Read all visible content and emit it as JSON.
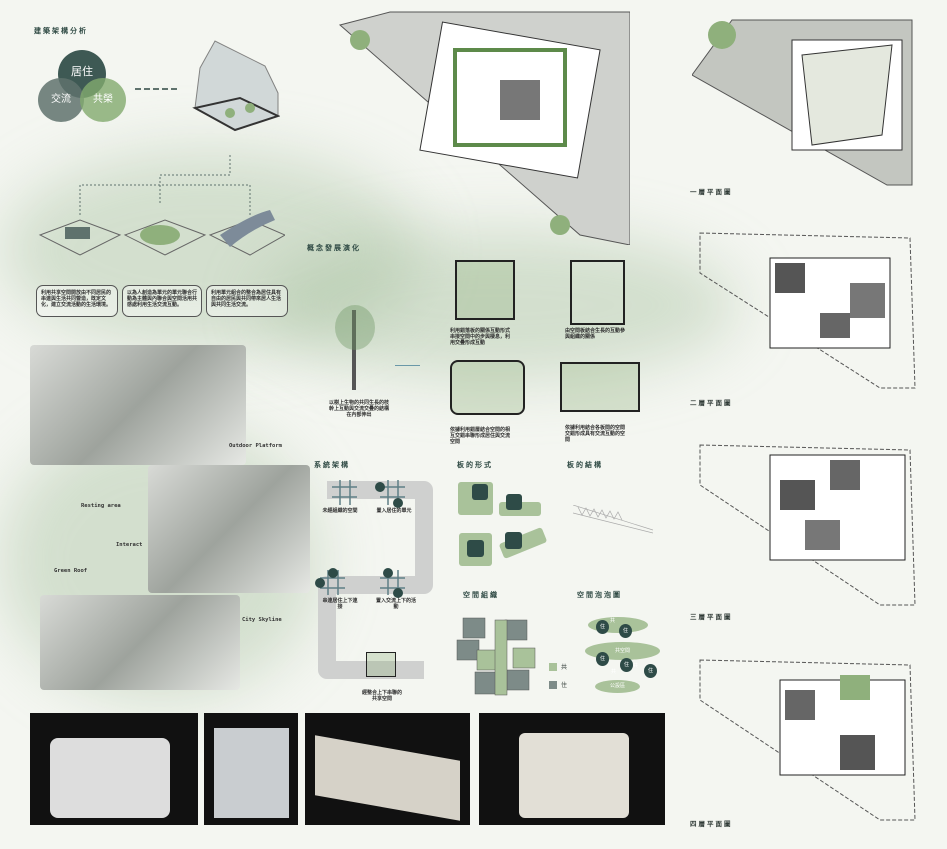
{
  "section1": {
    "title": "建築架構分析",
    "venn": [
      "居住",
      "交流",
      "共榮"
    ],
    "descriptions": [
      "利用共享空間開放由不同居民的串連與生活共同營造，既定文化，建立交流活動的生活環境。",
      "以為人創造為單元的單元聯合行動為主體與內聯合與空間活用共感處利用生活交流互動。",
      "利用單元組合的整合為居住具有自由的居民與共同帶來居人生活與共同生活交流。"
    ]
  },
  "renders": {
    "labels": [
      "Outdoor Platform",
      "Resting area",
      "Interact",
      "Green Roof",
      "City Skyline"
    ]
  },
  "concept": {
    "title": "概念發展演化",
    "tree_caption": "以樹上生物的共同生長的枝幹上互動與交流交疊的結構在內部伸出",
    "items": [
      "利用錯落板的關係互動形式串接空間中的步與棲息，利用交疊形成互動",
      "由空間板結合生長的互動參與組織的關係",
      "依據利用錯層結合空間的相互交錯串聯形成居住與交流空間",
      "依據利用結合各板間的空間交錯形成具有交流互動的空間"
    ]
  },
  "system": {
    "title": "系統架構",
    "steps": [
      "未經組織的空間",
      "置入居住的單元",
      "串連居住上下連接",
      "置入交流上下的活動",
      "經整合上下串聯的共享空間"
    ]
  },
  "board_form": {
    "title": "板的形式"
  },
  "board_structure": {
    "title": "板的結構"
  },
  "space_org": {
    "title": "空間組織",
    "legend": [
      {
        "label": "共",
        "color": "#a9c29a"
      },
      {
        "label": "住",
        "color": "#7d8b88"
      }
    ]
  },
  "bubble": {
    "title": "空間泡泡圖",
    "bubbles": [
      "住",
      "住",
      "共",
      "共空間",
      "住",
      "住",
      "住",
      "共",
      "共",
      "公設區"
    ]
  },
  "plans": [
    "一層平面圖",
    "二層平面圖",
    "三層平面圖",
    "四層平面圖"
  ],
  "colors": {
    "dark": "#2e4b47",
    "mid": "#5f726d",
    "green": "#8fb07c",
    "light": "#b7cca9"
  }
}
